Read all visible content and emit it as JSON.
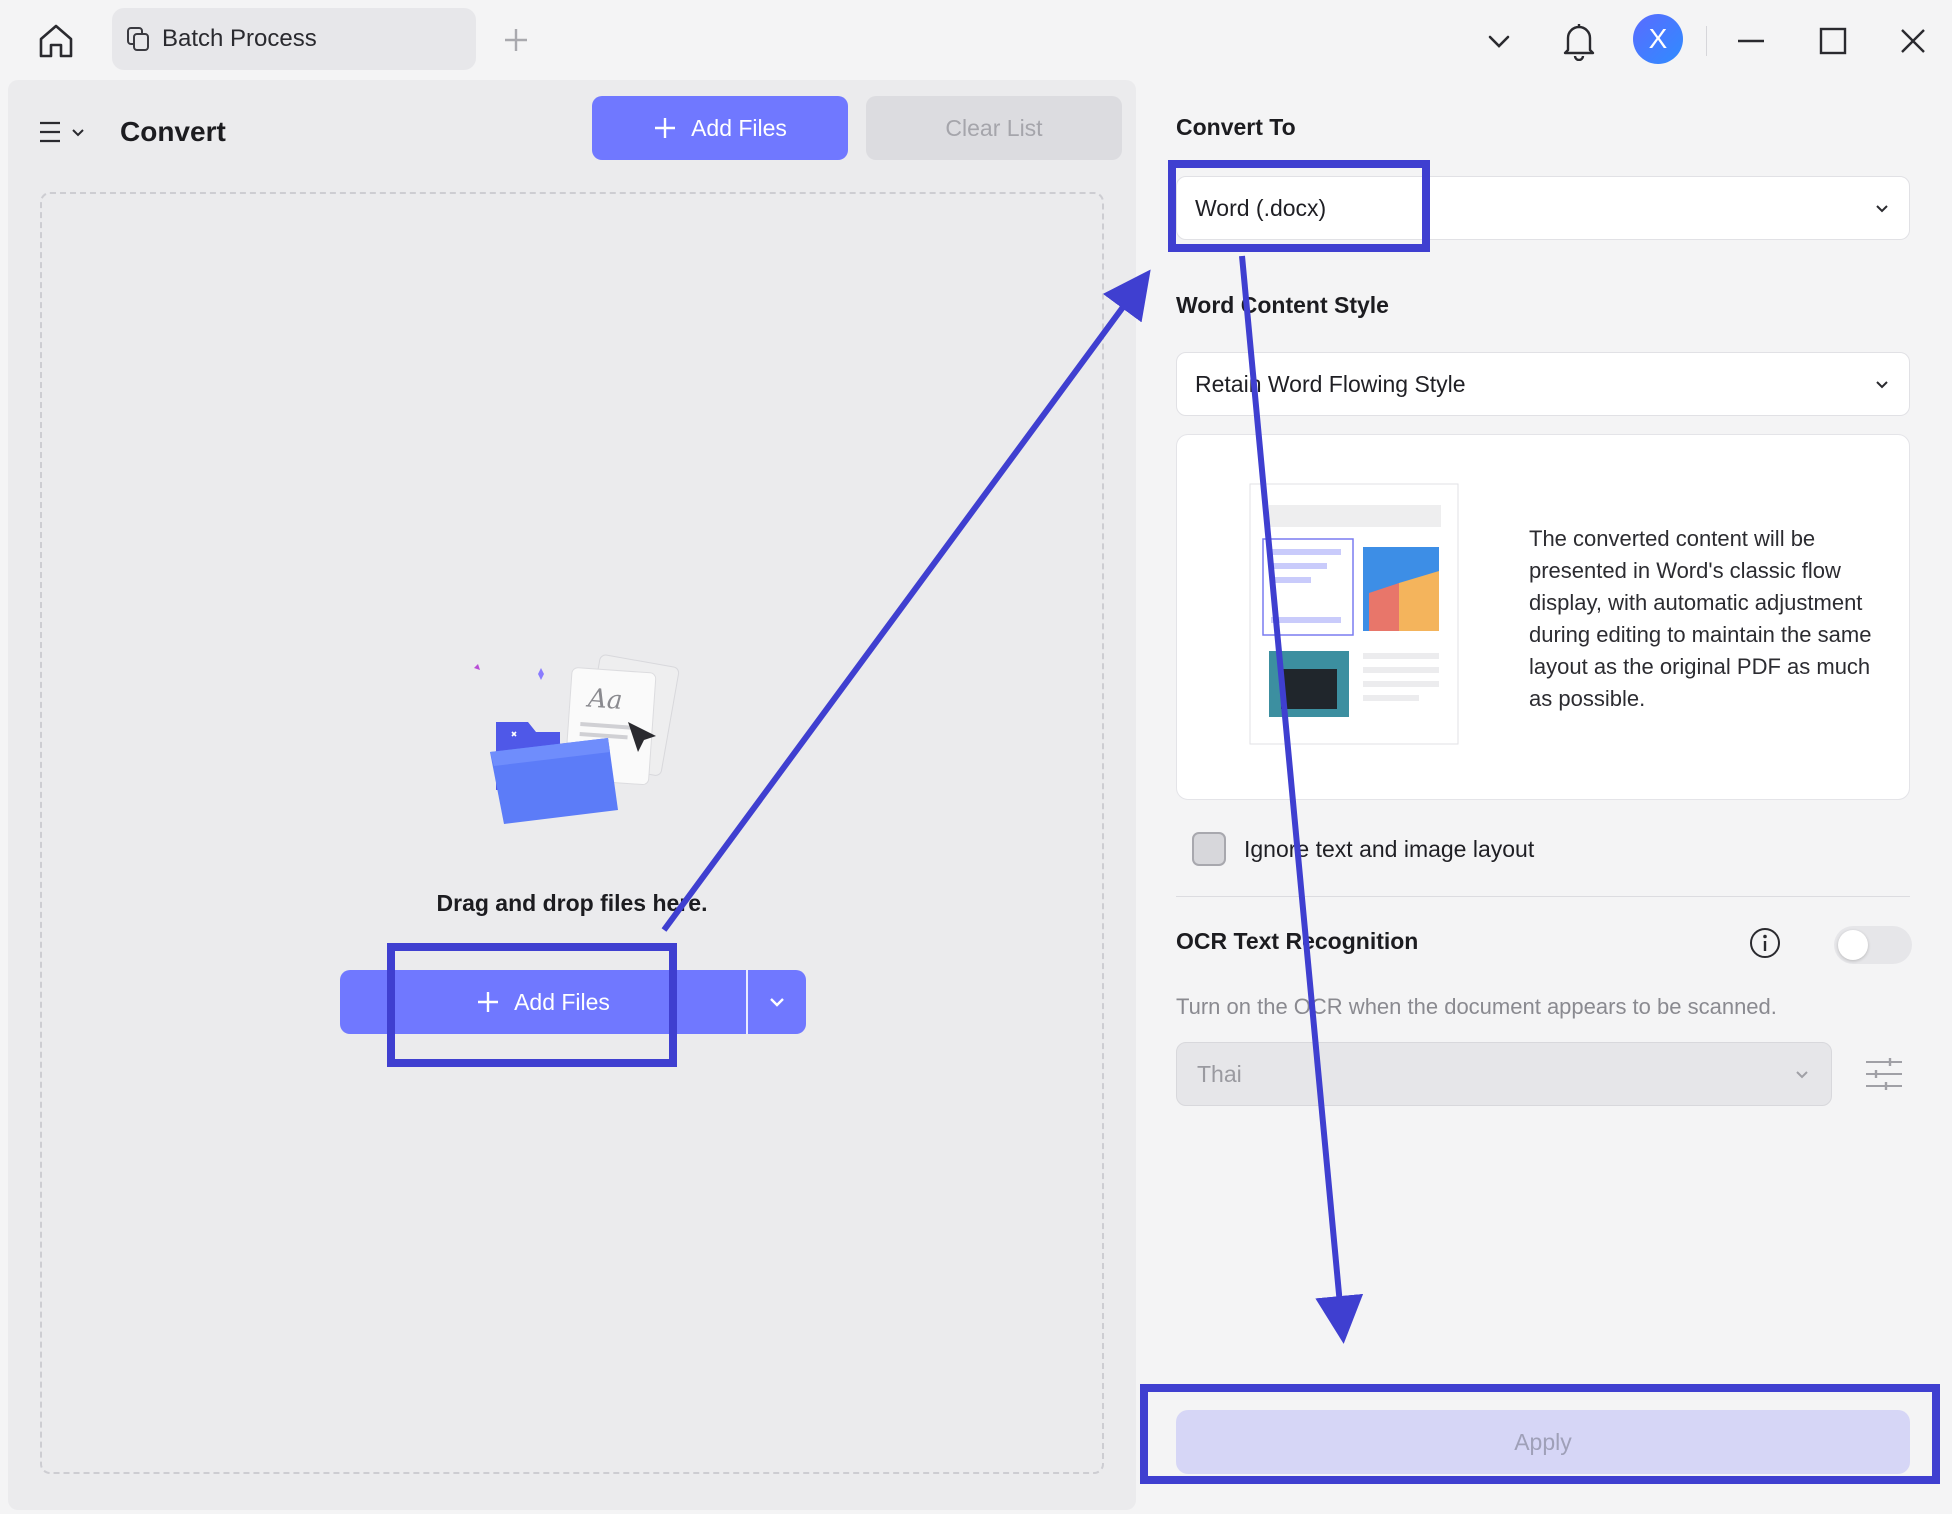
{
  "titlebar": {
    "tab_label": "Batch Process",
    "avatar_letter": "X",
    "icons": [
      "home-icon",
      "pages-icon",
      "plus-icon",
      "chevron-down-icon",
      "bell-icon",
      "minimize-icon",
      "maximize-icon",
      "close-icon"
    ]
  },
  "left": {
    "title": "Convert",
    "add_files_label": "Add Files",
    "clear_list_label": "Clear List",
    "drop_text": "Drag and drop files here.",
    "add_files_center_label": "Add Files"
  },
  "right": {
    "convert_to_title": "Convert To",
    "convert_to_value": "Word (.docx)",
    "content_style_title": "Word Content Style",
    "content_style_value": "Retain Word Flowing Style",
    "preview_description": "The converted content will be presented in Word's classic flow display, with automatic adjustment during editing to maintain the same layout as the original PDF as much as possible.",
    "ignore_layout_label": "Ignore text and image layout",
    "ignore_layout_checked": false,
    "ocr_title": "OCR Text Recognition",
    "ocr_enabled": false,
    "ocr_hint": "Turn on the OCR when the document appears to be scanned.",
    "ocr_language": "Thai",
    "apply_label": "Apply"
  },
  "colors": {
    "accent": "#7078ff",
    "annotation": "#3f3fd0",
    "apply_disabled": "#d6d6f6"
  }
}
